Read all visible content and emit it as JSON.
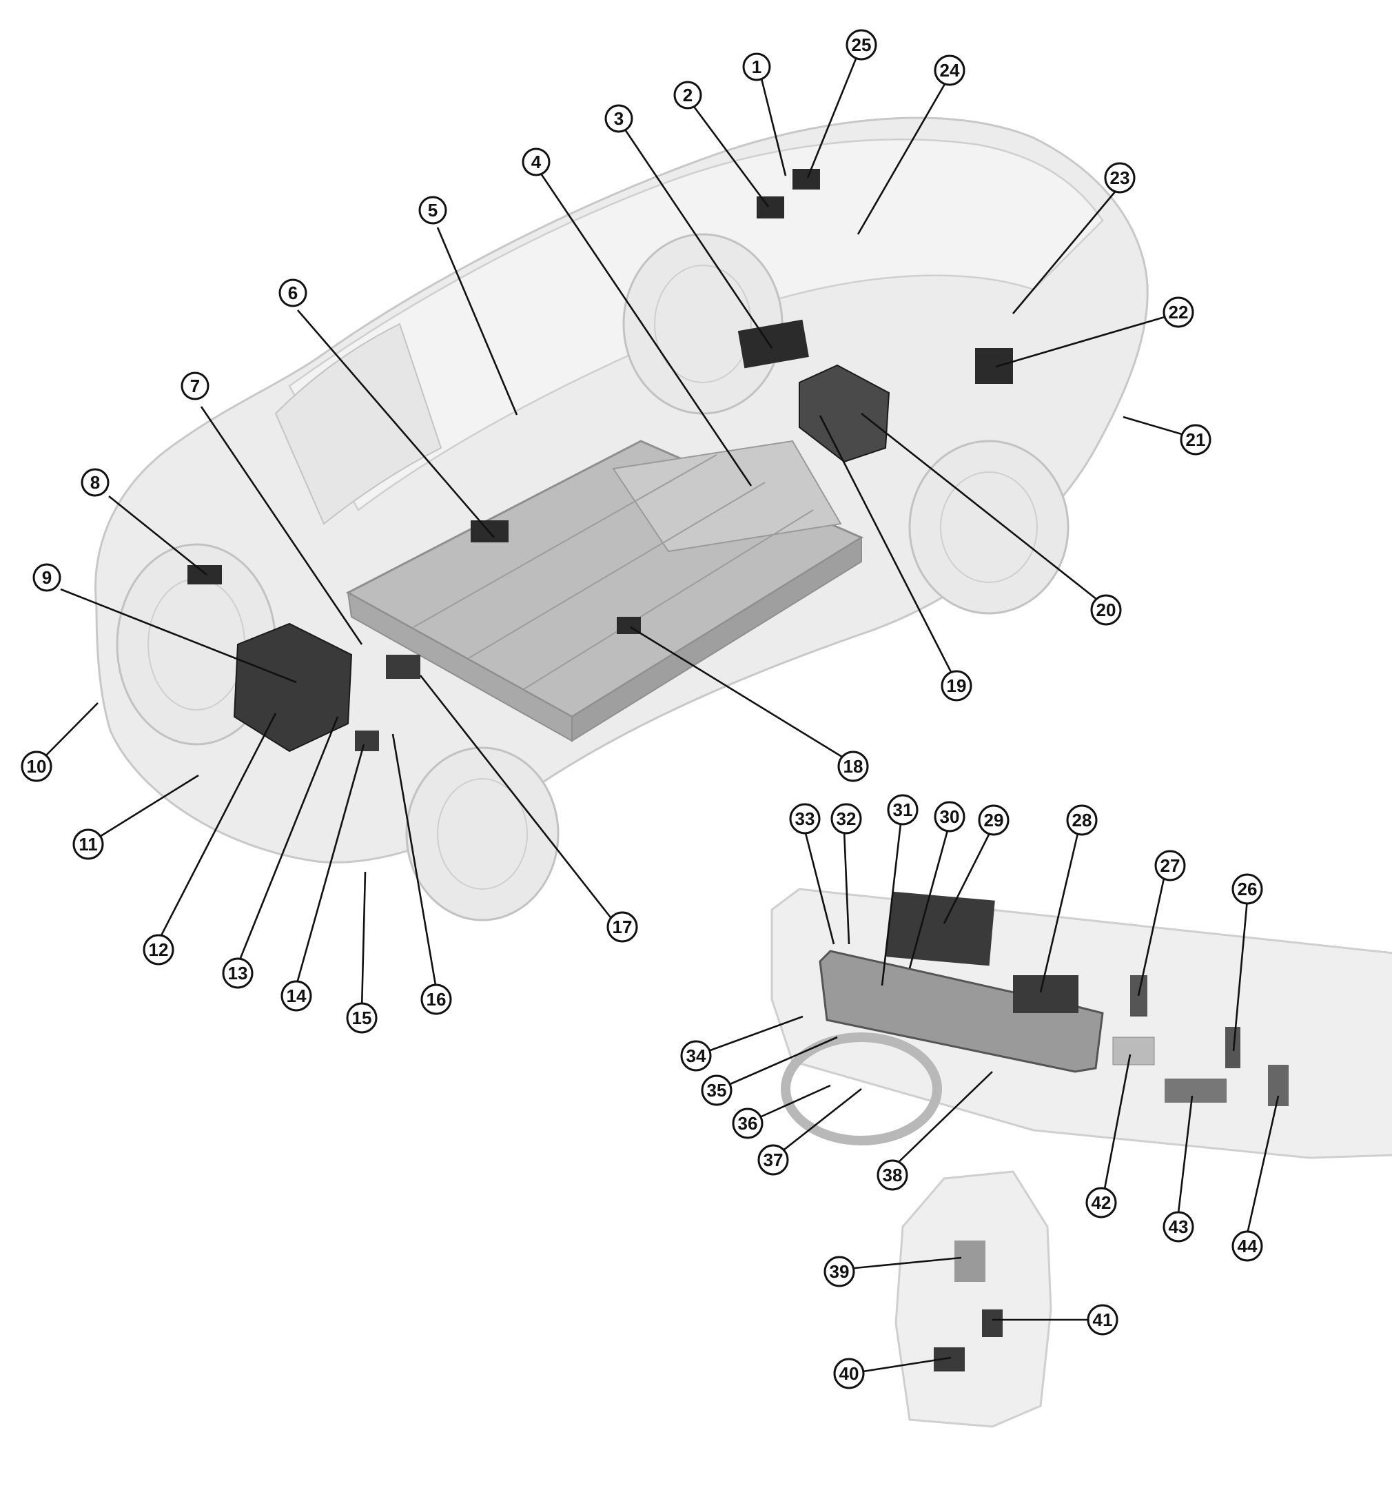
{
  "figure": {
    "colors": {
      "ink": "#111111",
      "ghost_body": "#d9d9d9",
      "ghost_stroke": "#bdbdbd",
      "battery": "#b5b5b5",
      "component": "#2b2b2b"
    }
  },
  "callouts": [
    {
      "id": "1",
      "label": "1"
    },
    {
      "id": "2",
      "label": "2"
    },
    {
      "id": "3",
      "label": "3"
    },
    {
      "id": "4",
      "label": "4"
    },
    {
      "id": "5",
      "label": "5"
    },
    {
      "id": "6",
      "label": "6"
    },
    {
      "id": "7",
      "label": "7"
    },
    {
      "id": "8",
      "label": "8"
    },
    {
      "id": "9",
      "label": "9"
    },
    {
      "id": "10",
      "label": "10"
    },
    {
      "id": "11",
      "label": "11"
    },
    {
      "id": "12",
      "label": "12"
    },
    {
      "id": "13",
      "label": "13"
    },
    {
      "id": "14",
      "label": "14"
    },
    {
      "id": "15",
      "label": "15"
    },
    {
      "id": "16",
      "label": "16"
    },
    {
      "id": "17",
      "label": "17"
    },
    {
      "id": "18",
      "label": "18"
    },
    {
      "id": "19",
      "label": "19"
    },
    {
      "id": "20",
      "label": "20"
    },
    {
      "id": "21",
      "label": "21"
    },
    {
      "id": "22",
      "label": "22"
    },
    {
      "id": "23",
      "label": "23"
    },
    {
      "id": "24",
      "label": "24"
    },
    {
      "id": "25",
      "label": "25"
    },
    {
      "id": "26",
      "label": "26"
    },
    {
      "id": "27",
      "label": "27"
    },
    {
      "id": "28",
      "label": "28"
    },
    {
      "id": "29",
      "label": "29"
    },
    {
      "id": "30",
      "label": "30"
    },
    {
      "id": "31",
      "label": "31"
    },
    {
      "id": "32",
      "label": "32"
    },
    {
      "id": "33",
      "label": "33"
    },
    {
      "id": "34",
      "label": "34"
    },
    {
      "id": "35",
      "label": "35"
    },
    {
      "id": "36",
      "label": "36"
    },
    {
      "id": "37",
      "label": "37"
    },
    {
      "id": "38",
      "label": "38"
    },
    {
      "id": "39",
      "label": "39"
    },
    {
      "id": "40",
      "label": "40"
    },
    {
      "id": "41",
      "label": "41"
    },
    {
      "id": "42",
      "label": "42"
    },
    {
      "id": "43",
      "label": "43"
    },
    {
      "id": "44",
      "label": "44"
    }
  ]
}
